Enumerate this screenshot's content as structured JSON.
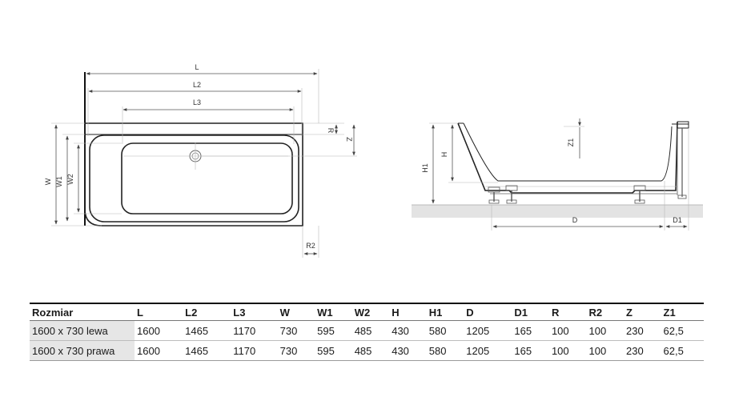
{
  "labels": {
    "L": "L",
    "L2": "L2",
    "L3": "L3",
    "R": "R",
    "Z": "Z",
    "W": "W",
    "W1": "W1",
    "W2": "W2",
    "R2": "R2",
    "H": "H",
    "H1": "H1",
    "Z1": "Z1",
    "D": "D",
    "D1": "D1"
  },
  "table": {
    "headers": [
      "Rozmiar",
      "L",
      "L2",
      "L3",
      "W",
      "W1",
      "W2",
      "H",
      "H1",
      "D",
      "D1",
      "R",
      "R2",
      "Z",
      "Z1"
    ],
    "rows": [
      [
        "1600 x 730 lewa",
        "1600",
        "1465",
        "1170",
        "730",
        "595",
        "485",
        "430",
        "580",
        "1205",
        "165",
        "100",
        "100",
        "230",
        "62,5"
      ],
      [
        "1600 x 730 prawa",
        "1600",
        "1465",
        "1170",
        "730",
        "595",
        "485",
        "430",
        "580",
        "1205",
        "165",
        "100",
        "100",
        "230",
        "62,5"
      ]
    ]
  }
}
